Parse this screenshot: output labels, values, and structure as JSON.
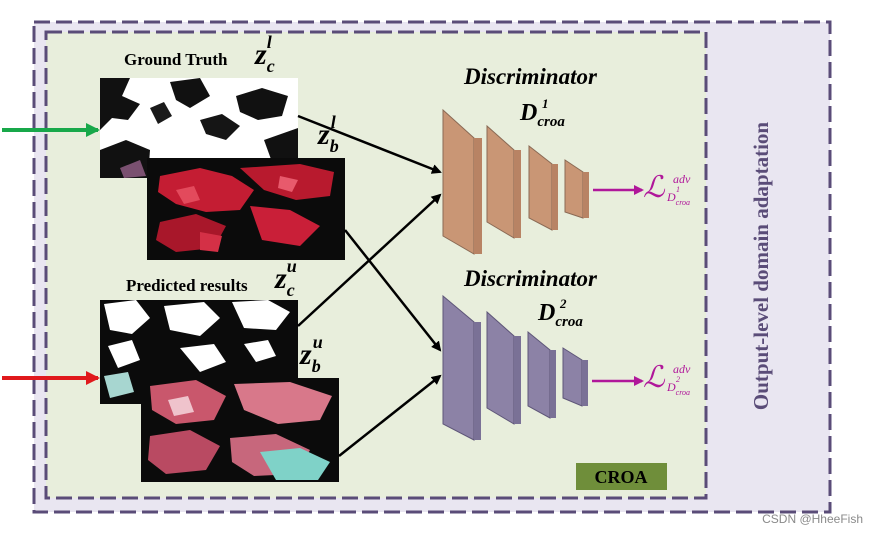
{
  "outer_label": "Output-level domain adaptation",
  "badge": "CROA",
  "ground_truth": {
    "label": "Ground Truth",
    "zc": "z",
    "zc_sub": "c",
    "zc_sup": "l",
    "zb": "z",
    "zb_sub": "b",
    "zb_sup": "l"
  },
  "predicted": {
    "label": "Predicted results",
    "zc": "z",
    "zc_sub": "c",
    "zc_sup": "u",
    "zb": "z",
    "zb_sub": "b",
    "zb_sup": "u"
  },
  "discriminators": [
    {
      "title": "Discriminator",
      "sym": "D",
      "sub": "croa",
      "sup": "1",
      "loss": "ℒ",
      "loss_sup": "adv",
      "loss_sub": "D",
      "loss_sub_sub": "croa",
      "loss_sub_sup": "1"
    },
    {
      "title": "Discriminator",
      "sym": "D",
      "sub": "croa",
      "sup": "2",
      "loss": "ℒ",
      "loss_sup": "adv",
      "loss_sub": "D",
      "loss_sub_sub": "croa",
      "loss_sub_sup": "2"
    }
  ],
  "colors": {
    "outer_fill": "#e9e6f1",
    "outer_border": "#5a4c78",
    "inner_fill": "#e8eedc",
    "badge_fill": "#6f8e3a",
    "disc1_fill": "#c99675",
    "disc2_fill": "#8c82a6",
    "loss_color": "#b0179a",
    "green_arrow": "#18a84a",
    "red_arrow": "#e0191c"
  },
  "watermark": "CSDN @HheeFish"
}
